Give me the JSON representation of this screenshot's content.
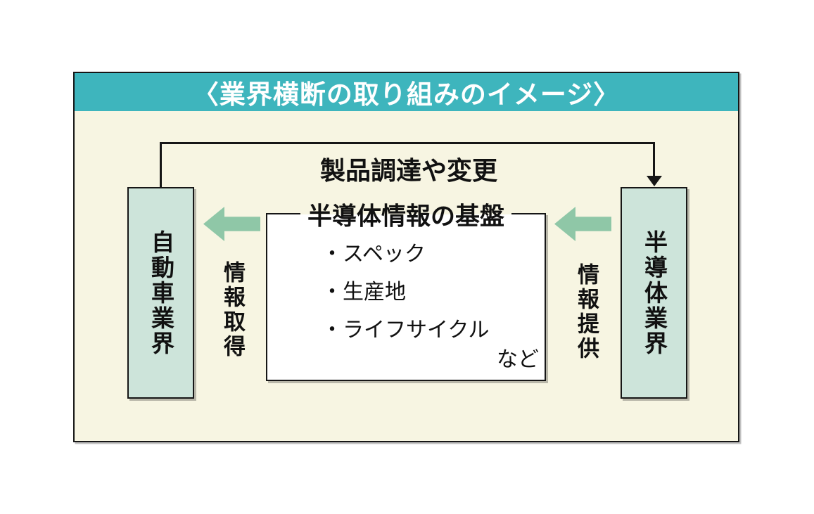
{
  "diagram": {
    "title": "〈業界横断の取り組みのイメージ〉",
    "top_flow_label": "製品調達や変更",
    "left_box_label": "自動車業界",
    "right_box_label": "半導体業界",
    "center_box": {
      "title": "半導体情報の基盤",
      "items": [
        "・スペック",
        "・生産地",
        "・ライフサイクル"
      ],
      "etc_label": "など"
    },
    "left_arrow_label": "情報取得",
    "right_arrow_label": "情報提供",
    "colors": {
      "banner_teal": "#3eb5bd",
      "panel_cream": "#f7f5e2",
      "industry_box_green": "#cde4da",
      "block_arrow_green": "#8fc7a7",
      "line_black": "#161616"
    }
  }
}
